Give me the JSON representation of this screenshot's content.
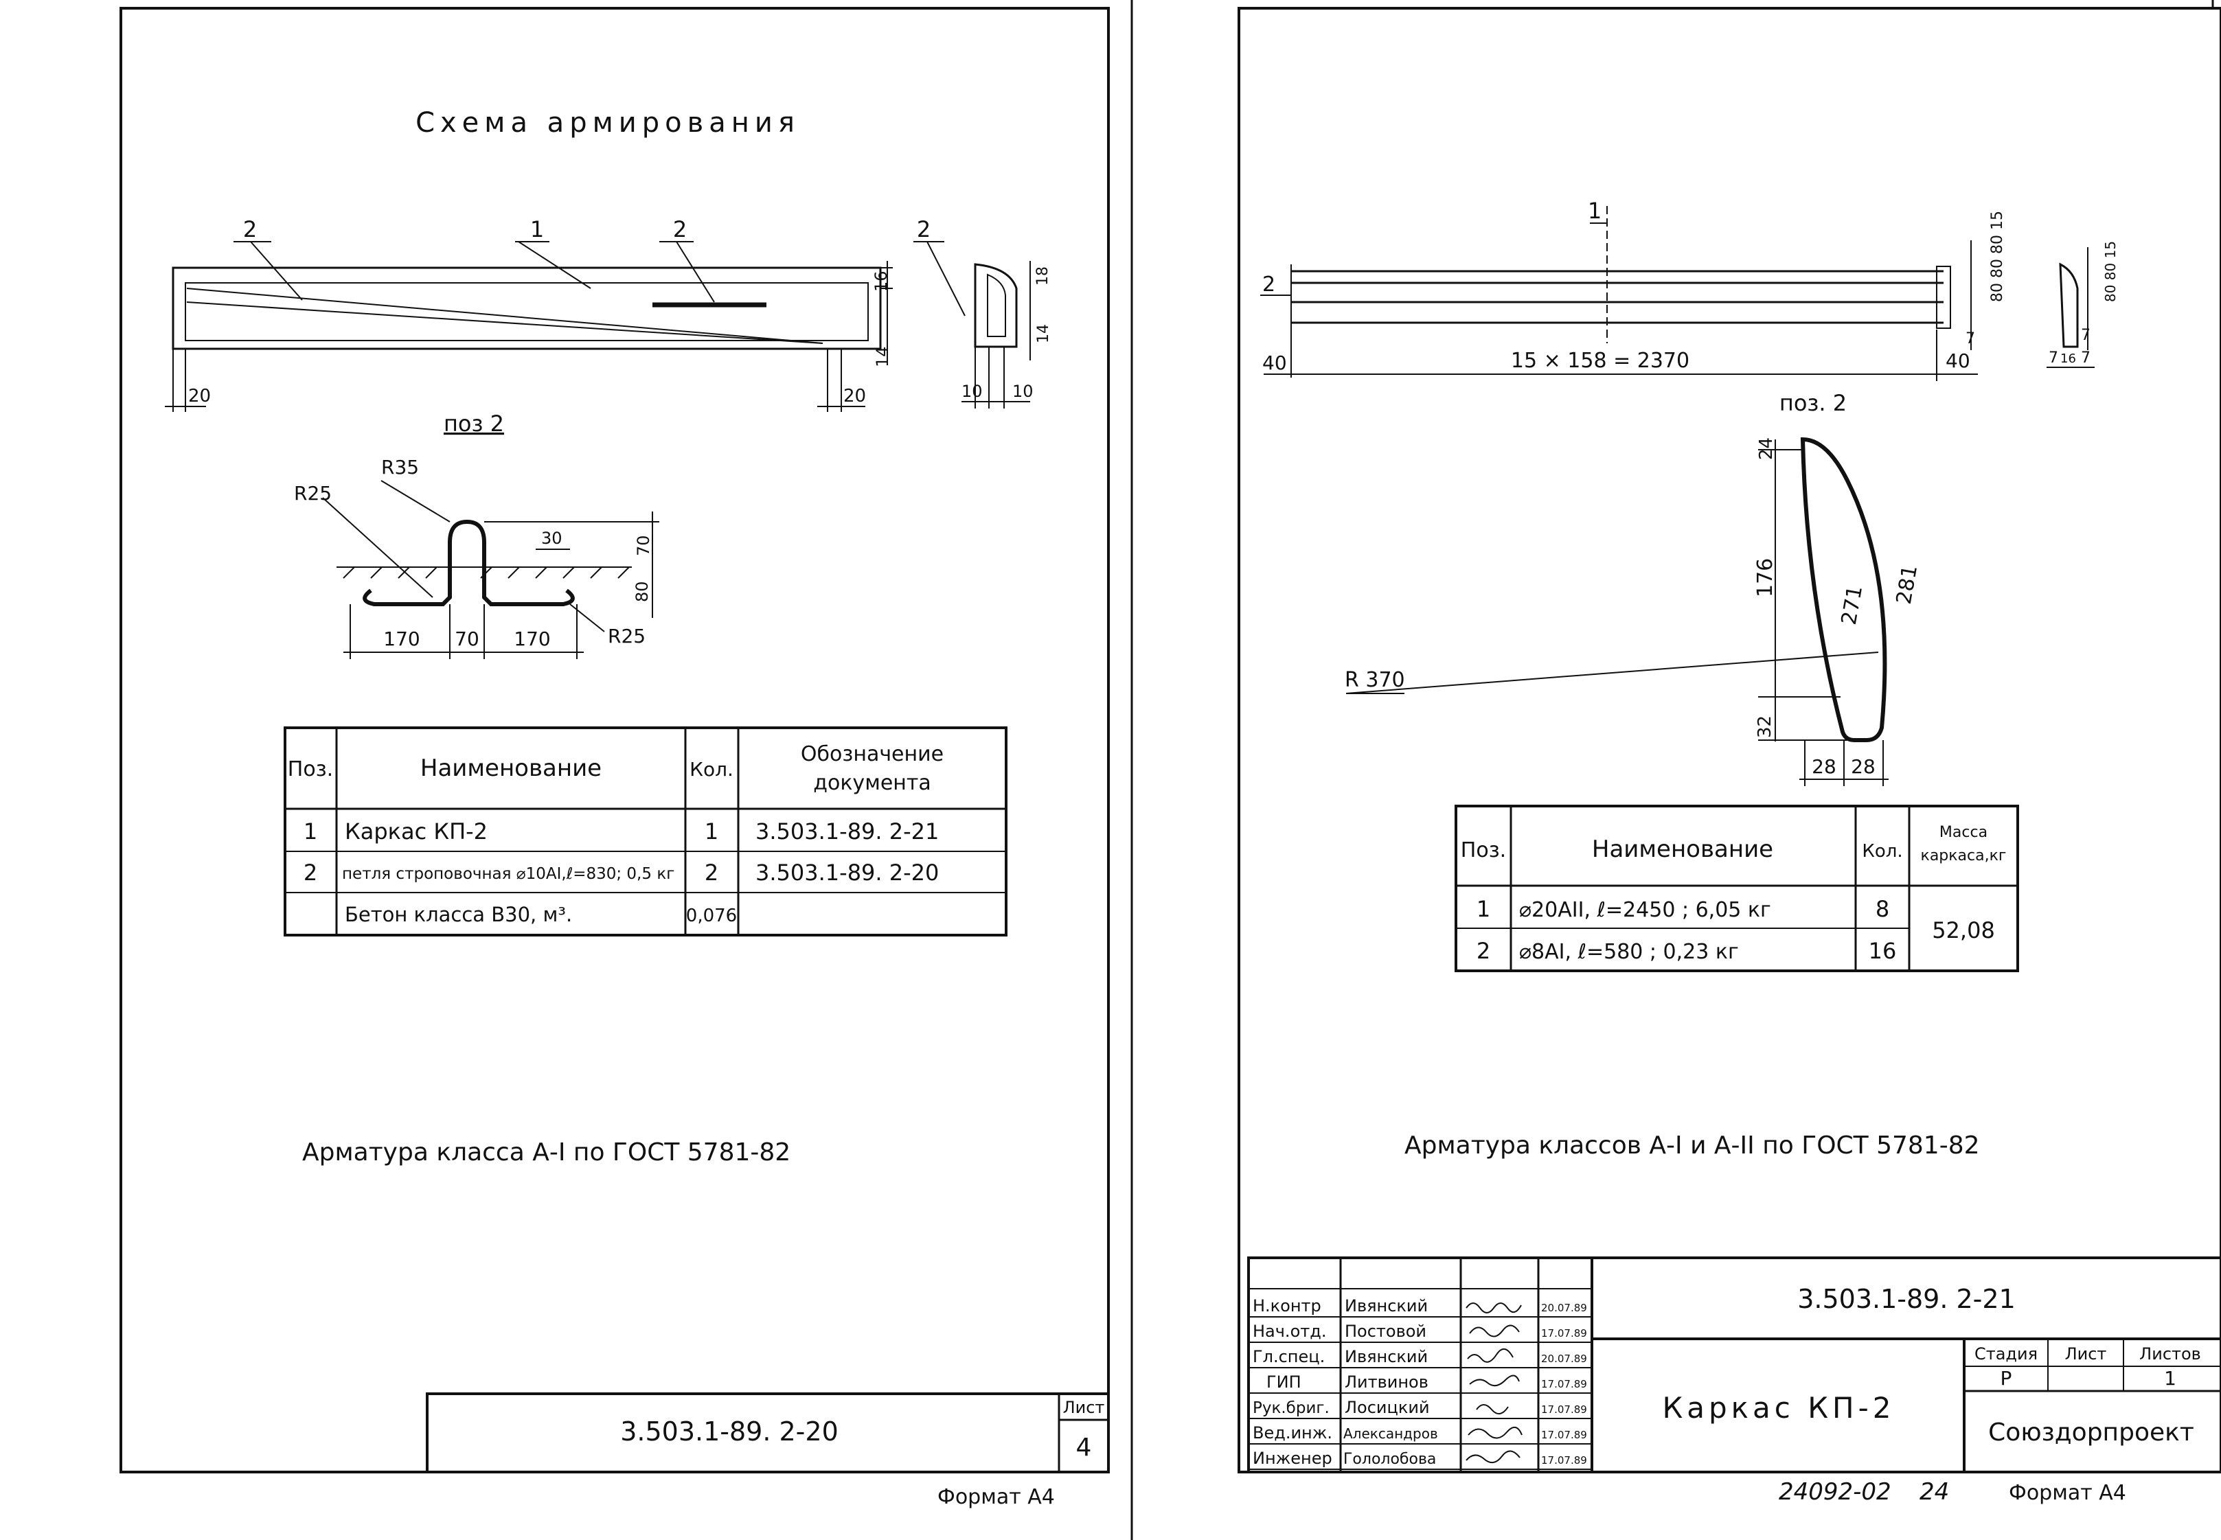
{
  "left_sheet": {
    "title": "Схема армирования",
    "callouts": [
      "2",
      "1",
      "2",
      "2"
    ],
    "dims": [
      "16",
      "14",
      "20",
      "20",
      "18",
      "14",
      "10",
      "10"
    ],
    "detail": {
      "label": "поз 2",
      "r35": "R35",
      "r25_left": "R25",
      "r25_right": "R25",
      "d30": "30",
      "d70_top": "70",
      "d80": "80",
      "d170_left": "170",
      "d70_bottom": "70",
      "d170_right": "170"
    },
    "table": {
      "headers": [
        "Поз.",
        "Наименование",
        "Кол.",
        "Обозначение документа"
      ],
      "rows": [
        [
          "1",
          "Каркас КП-2",
          "1",
          "3.503.1-89. 2-21"
        ],
        [
          "2",
          "петля строповочная ⌀10АI,ℓ=830; 0,5 кг",
          "2",
          "3.503.1-89. 2-20"
        ],
        [
          "",
          "Бетон класса В30, м³.",
          "0,076",
          ""
        ]
      ]
    },
    "note": "Арматура класса А-I по ГОСТ 5781-82",
    "stamp": {
      "code": "3.503.1-89. 2-20",
      "sheet_label": "Лист",
      "sheet_no": "4"
    },
    "format": "Формат А4"
  },
  "right_sheet": {
    "callouts": [
      "1",
      "2"
    ],
    "dims": {
      "d40_left": "40",
      "spacing": "15 × 158 = 2370",
      "d40_right": "40",
      "d7_a": "7",
      "vertical_stack": "80 80 80 15",
      "small_vertical": "80 80 15",
      "d7_b": "7",
      "d7_c": "7",
      "d7_d": "7",
      "d16": "16"
    },
    "detail": {
      "label": "поз. 2",
      "d24": "24",
      "d176": "176",
      "d32": "32",
      "d271": "271",
      "d281": "281",
      "r370": "R 370",
      "d28_a": "28",
      "d28_b": "28"
    },
    "table": {
      "headers": [
        "Поз.",
        "Наименование",
        "Кол.",
        "Масса каркаса,кг"
      ],
      "rows": [
        [
          "1",
          "⌀20АII, ℓ=2450 ; 6,05 кг",
          "8"
        ],
        [
          "2",
          "⌀8АI, ℓ=580 ; 0,23 кг",
          "16"
        ]
      ],
      "mass": "52,08"
    },
    "note": "Арматура классов А-I и А-II по ГОСТ 5781-82",
    "title_block": {
      "roles": [
        {
          "role": "Н.контр",
          "name": "Ивянский",
          "date": "20.07.89"
        },
        {
          "role": "Нач.отд.",
          "name": "Постовой",
          "date": "17.07.89"
        },
        {
          "role": "Гл.спец.",
          "name": "Ивянский",
          "date": "20.07.89"
        },
        {
          "role": "ГИП",
          "name": "Литвинов",
          "date": "17.07.89"
        },
        {
          "role": "Рук.бриг.",
          "name": "Лосицкий",
          "date": "17.07.89"
        },
        {
          "role": "Вед.инж.",
          "name": "Александров",
          "date": "17.07.89"
        },
        {
          "role": "Инженер",
          "name": "Гололобова",
          "date": "17.07.89"
        }
      ],
      "code": "3.503.1-89. 2-21",
      "name": "Каркас КП-2",
      "stage_label": "Стадия",
      "sheet_label": "Лист",
      "sheets_label": "Листов",
      "stage": "Р",
      "sheet": "",
      "sheets": "1",
      "org": "Союздорпроект"
    },
    "footer_number": "24092-02",
    "footer_page": "24",
    "format": "Формат А4"
  }
}
